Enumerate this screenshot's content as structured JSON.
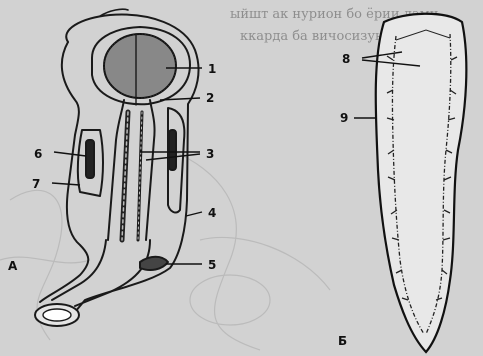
{
  "bleed_through_line_1": "ыйшт ак нурион бо ёрии лами",
  "bleed_through_line_2": "ккарда ба вичосизуни",
  "labels_left": [
    "1",
    "2",
    "3",
    "4",
    "5",
    "6",
    "7"
  ],
  "labels_right": [
    "8",
    "9"
  ],
  "panel_left": "А",
  "panel_right": "Б"
}
